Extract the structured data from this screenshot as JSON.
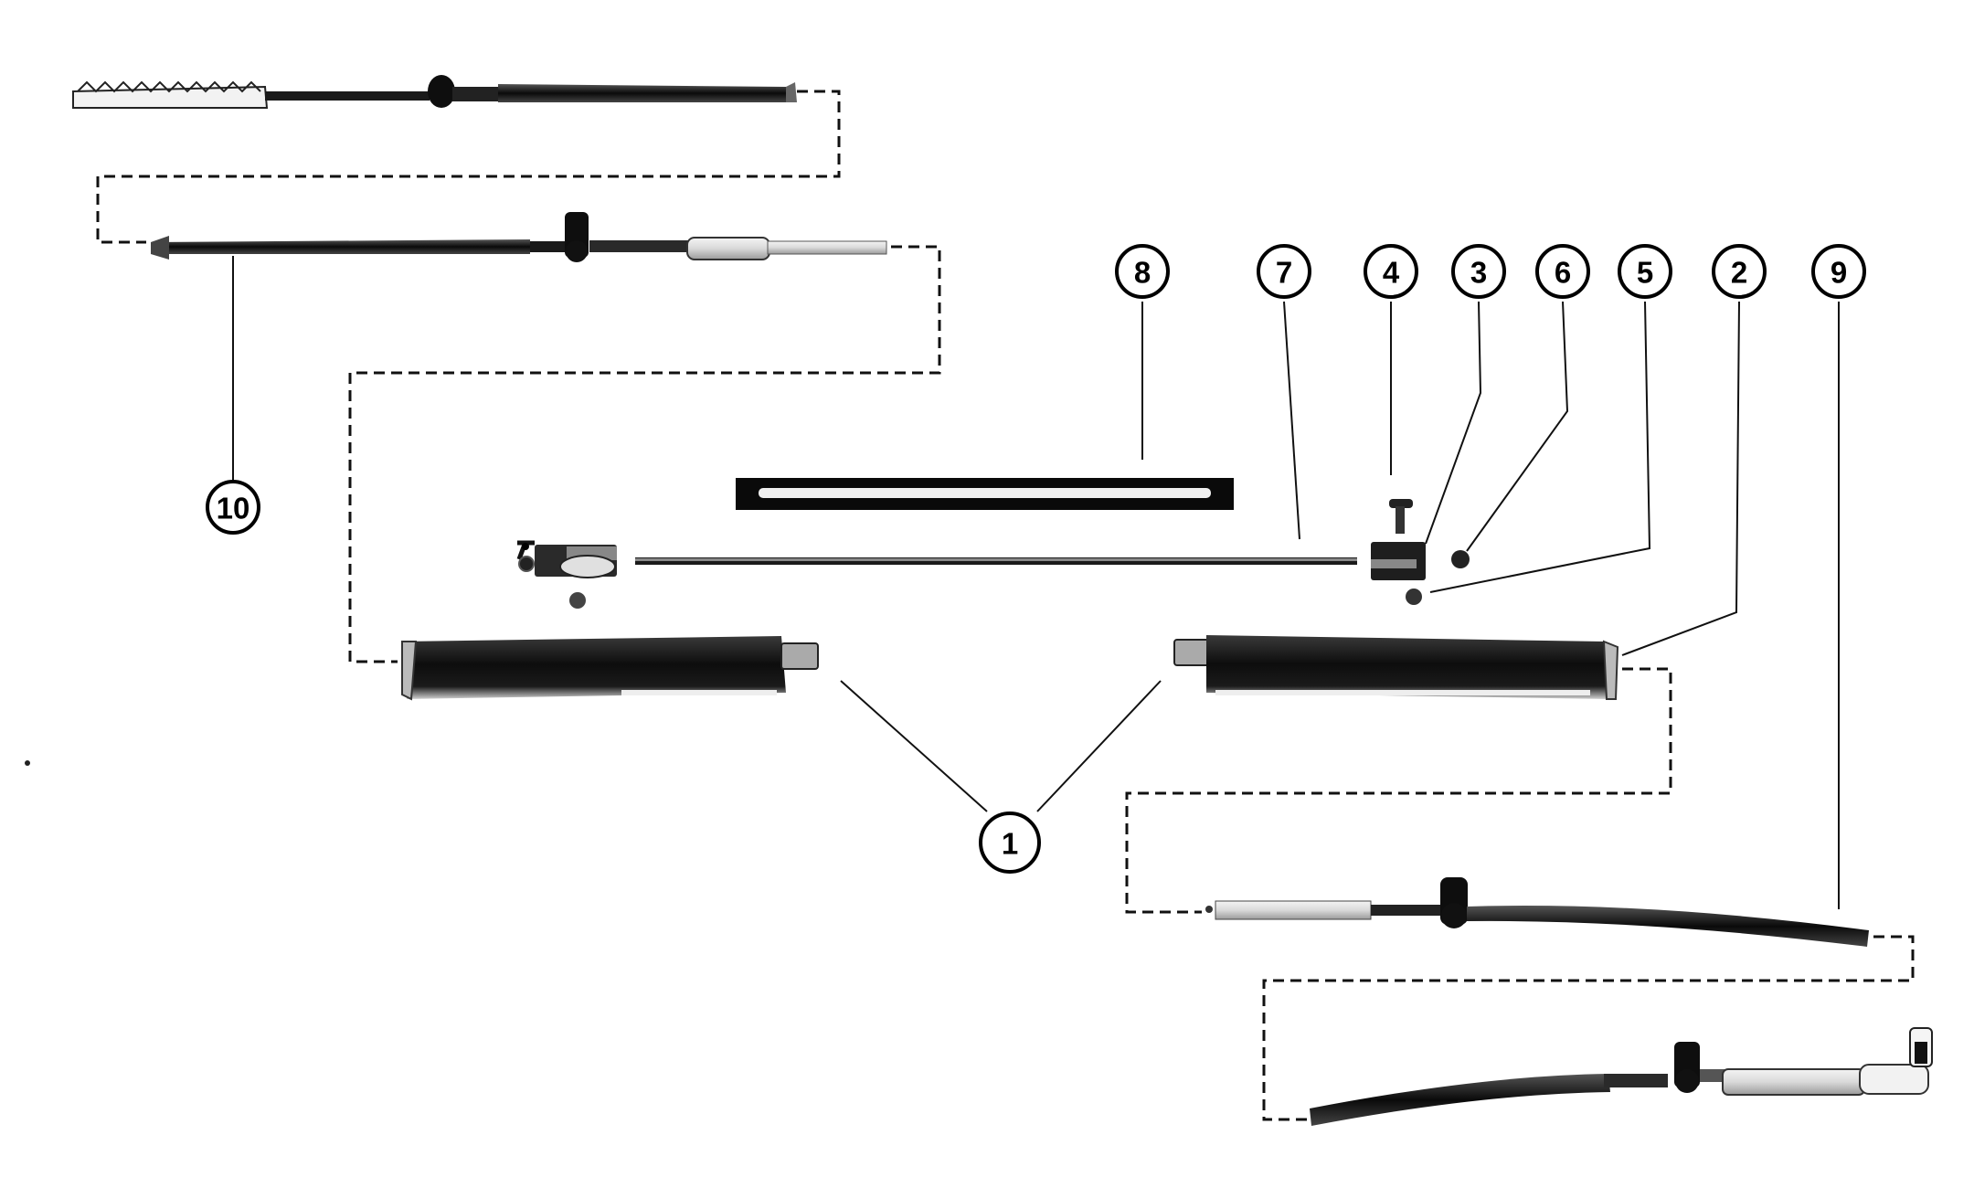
{
  "diagram": {
    "callouts": {
      "c1": "1",
      "c2": "2",
      "c3": "3",
      "c4": "4",
      "c5": "5",
      "c6": "6",
      "c7": "7",
      "c8": "8",
      "c9": "9",
      "c10": "10"
    },
    "colors": {
      "line": "#111111",
      "part_dark": "#1c1c1c",
      "part_light": "#e8e8e8",
      "background": "#ffffff"
    }
  }
}
